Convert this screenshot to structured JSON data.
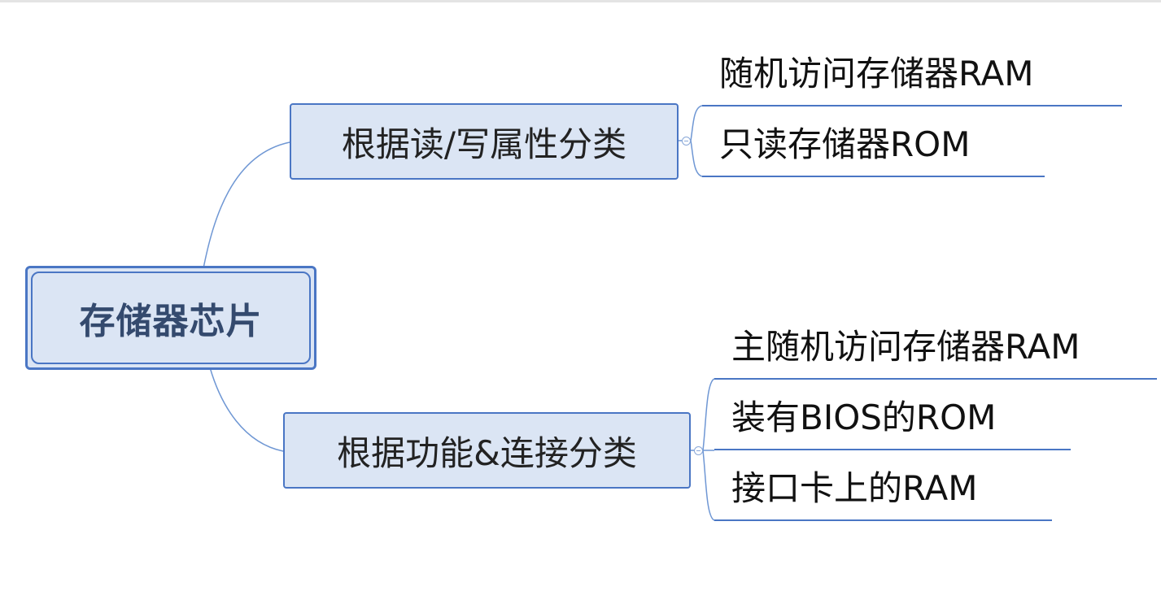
{
  "root": {
    "label": "存储器芯片"
  },
  "branches": [
    {
      "label": "根据读/写属性分类",
      "children": [
        {
          "label": "随机访问存储器RAM"
        },
        {
          "label": "只读存储器ROM"
        }
      ]
    },
    {
      "label": "根据功能&连接分类",
      "children": [
        {
          "label": "主随机访问存储器RAM"
        },
        {
          "label": "装有BIOS的ROM"
        },
        {
          "label": "接口卡上的RAM"
        }
      ]
    }
  ],
  "colors": {
    "node_border": "#4a76c4",
    "node_fill": "#dbe5f4",
    "connector": "#6f97d4",
    "root_text": "#344a6e"
  }
}
